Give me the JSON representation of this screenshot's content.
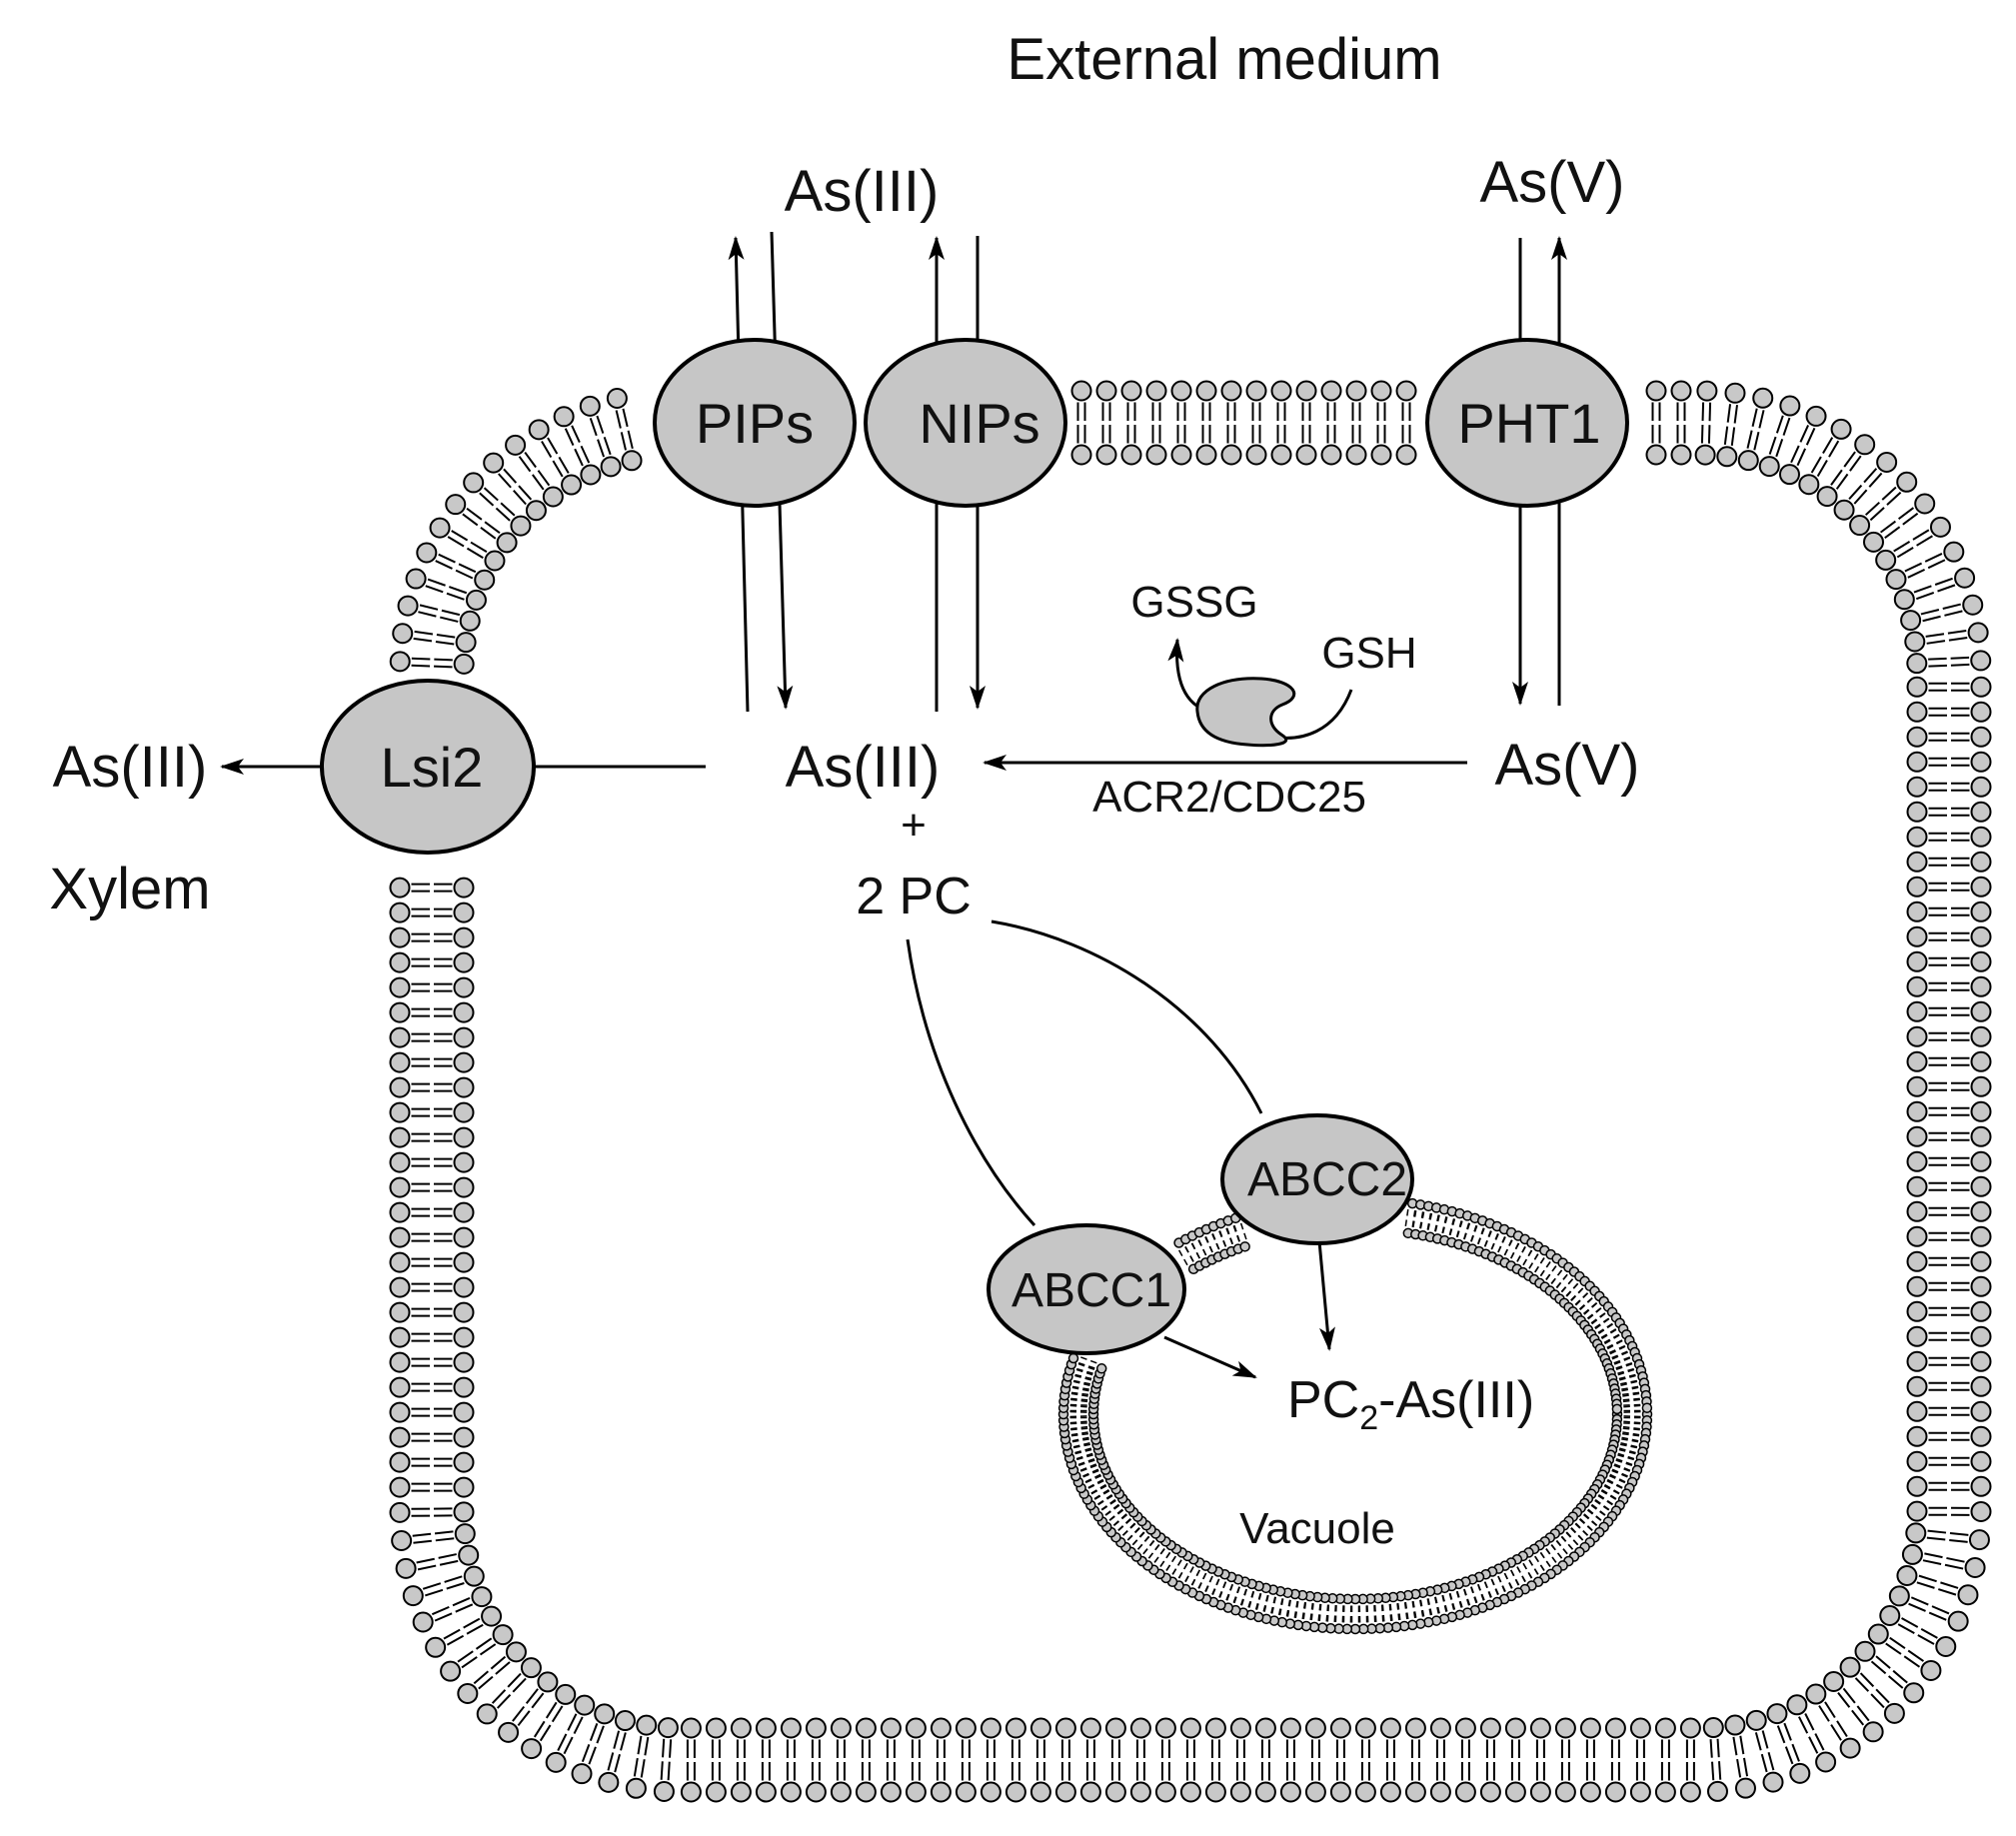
{
  "labels": {
    "external_medium": "External medium",
    "as3_top": "As(III)",
    "as5_top": "As(V)",
    "as3_xylem": "As(III)",
    "xylem": "Xylem",
    "as3_center": "As(III)",
    "plus": "+",
    "two_pc": "2 PC",
    "as5_inner": "As(V)",
    "gssg": "GSSG",
    "gsh": "GSH",
    "acr2": "ACR2/CDC25",
    "pc2_prefix": "PC",
    "pc2_sub": "2",
    "pc2_suffix": "-As(III)",
    "vacuole": "Vacuole"
  },
  "proteins": {
    "pips": "PIPs",
    "nips": "NIPs",
    "pht1": "PHT1",
    "lsi2": "Lsi2",
    "abcc1": "ABCC1",
    "abcc2": "ABCC2"
  },
  "colors": {
    "protein_fill": "#c6c6c6",
    "lipid_head": "#c8c8c8",
    "outline": "#000000",
    "background": "#ffffff"
  }
}
